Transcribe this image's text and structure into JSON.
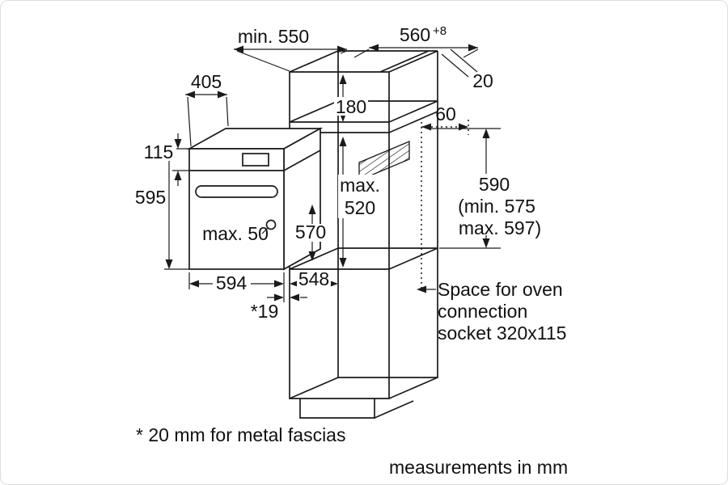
{
  "diagram": {
    "dims": {
      "min550": "min. 550",
      "w560": "560",
      "w560sup": "+8",
      "t20": "20",
      "d405": "405",
      "d115": "115",
      "d595": "595",
      "d180": "180",
      "max520a": "max.",
      "max520b": "520",
      "d570": "570",
      "d590": "590",
      "d590min": "(min. 575",
      "d590max": "max. 597)",
      "d60": "60",
      "max50": "max. 50",
      "d594": "594",
      "d548": "548",
      "gap19": "*19"
    },
    "socket_note": {
      "line1": "Space for oven",
      "line2": "connection",
      "line3": "socket 320x115"
    },
    "footnotes": {
      "fascia": "* 20 mm for metal fascias",
      "units": "measurements in mm"
    }
  }
}
